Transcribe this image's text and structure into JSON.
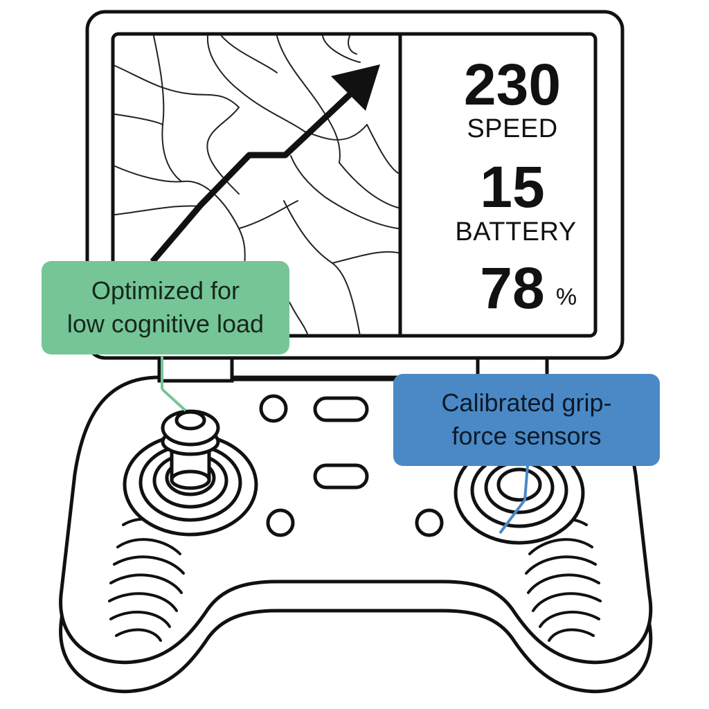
{
  "display": {
    "speed_value": "230",
    "speed_label": "SPEED",
    "mid_value": "15",
    "battery_label": "BATTERY",
    "battery_value": "78",
    "battery_unit": "%"
  },
  "callouts": {
    "left": {
      "line1": "Optimized for",
      "line2": "low cognitive load",
      "color": "#76c597"
    },
    "right": {
      "line1": "Calibrated grip-",
      "line2": "force sensors",
      "color": "#4a89c5"
    }
  },
  "colors": {
    "outline": "#111111",
    "map_line": "#222222",
    "background": "#ffffff"
  }
}
